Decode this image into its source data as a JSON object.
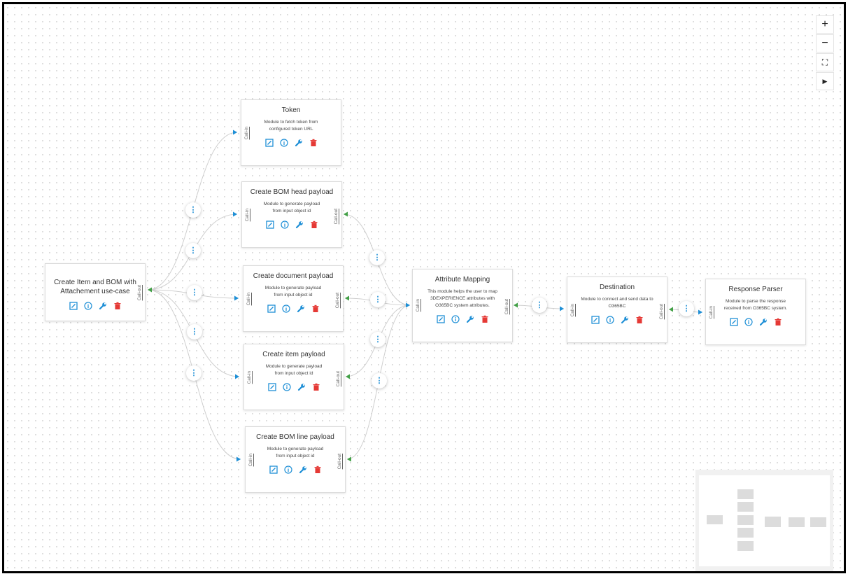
{
  "controls": {
    "zoom_in": "+",
    "zoom_out": "−",
    "fit": "⛶",
    "play": "▶"
  },
  "nodes": {
    "source": {
      "title": "Create Item and BOM with Attachement use-case",
      "out_label": "Call-out"
    },
    "token": {
      "title": "Token",
      "desc": "Module to fetch token from configured token URL",
      "in_label": "Call-in"
    },
    "bom_head": {
      "title": "Create BOM head payload",
      "desc": "Module to generate payload from input object id",
      "in_label": "Call-in",
      "out_label": "Call-out"
    },
    "document": {
      "title": "Create document payload",
      "desc": "Module to generate payload from input object id",
      "in_label": "Call-in",
      "out_label": "Call-out"
    },
    "item": {
      "title": "Create item payload",
      "desc": "Module to generate payload from input object id",
      "in_label": "Call-in",
      "out_label": "Call-out"
    },
    "bom_line": {
      "title": "Create BOM line payload",
      "desc": "Module to generate payload from input object id",
      "in_label": "Call-in",
      "out_label": "Call-out"
    },
    "mapping": {
      "title": "Attribute Mapping",
      "desc": "This module helps the user to map 3DEXPERIENCE attributes with O365BC system attributes.",
      "in_label": "Call-in",
      "out_label": "Call-out"
    },
    "destination": {
      "title": "Destination",
      "desc": "Module to connect and send data to O365BC",
      "in_label": "Call-in",
      "out_label": "Call-out"
    },
    "parser": {
      "title": "Response Parser",
      "desc": "Module to parse the response received from O365BC system.",
      "in_label": "Call-in"
    }
  },
  "icons": [
    "edit-icon",
    "info-icon",
    "wrench-icon",
    "trash-icon"
  ],
  "colors": {
    "edit": "#1e8fd6",
    "info": "#1e8fd6",
    "wrench": "#1e8fd6",
    "trash": "#e53935",
    "in_port": "#1e8fd6",
    "out_port": "#43a047",
    "edge": "#cfcfcf"
  }
}
